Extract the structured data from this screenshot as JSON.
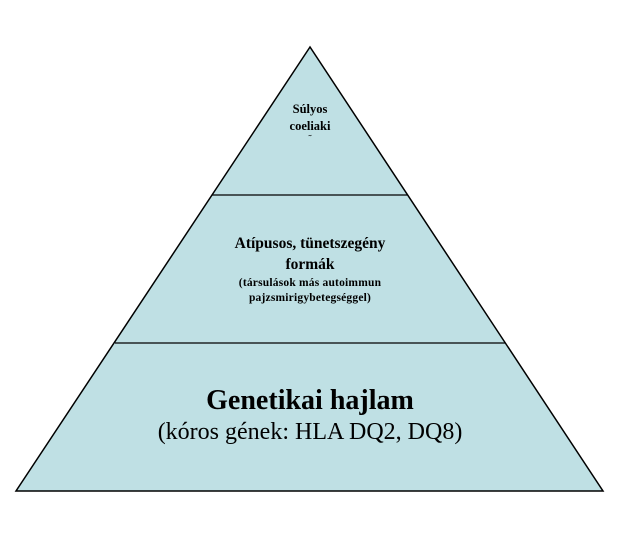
{
  "colors": {
    "fill": "#bfe0e4",
    "stroke": "#000000",
    "text": "#000000"
  },
  "tiers": {
    "top": {
      "line1": "Súlyos",
      "line2": "coeliaki",
      "mark": "˜"
    },
    "middle": {
      "title_line1": "Atípusos, tünetszegény",
      "title_line2": "formák",
      "sub_line1": "(társulások más autoimmun",
      "sub_line2": "pajzsmirigybetegséggel)"
    },
    "base": {
      "title": "Genetikai hajlam",
      "subtitle": "(kóros gének: HLA DQ2, DQ8)"
    }
  }
}
